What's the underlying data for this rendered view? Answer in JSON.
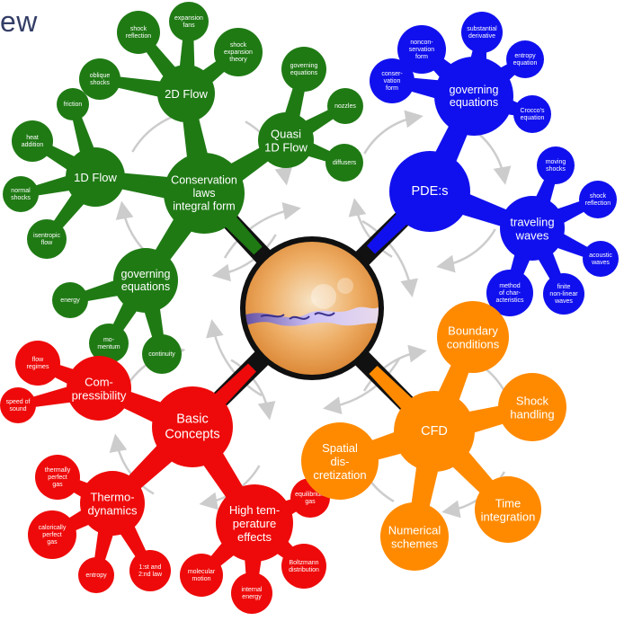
{
  "title": "ew",
  "colors": {
    "green": "#1f7a14",
    "blue": "#1010ee",
    "red": "#ee0a0a",
    "orange": "#ff8a00",
    "arrow": "#cccccc",
    "center_dark": "#111111"
  },
  "center_image": "simulation-flow-image",
  "nodes": [
    {
      "id": "cons",
      "label": "Conservation\nlaws\nintegral form",
      "color": "green"
    },
    {
      "id": "flow2d",
      "label": "2D Flow",
      "color": "green"
    },
    {
      "id": "flow1d",
      "label": "1D Flow",
      "color": "green"
    },
    {
      "id": "quasi",
      "label": "Quasi\n1D Flow",
      "color": "green"
    },
    {
      "id": "goveq_g",
      "label": "governing\nequations",
      "color": "green"
    },
    {
      "id": "shockrefl_g",
      "label": "shock\nreflection",
      "color": "green"
    },
    {
      "id": "expfans",
      "label": "expansion\nfans",
      "color": "green"
    },
    {
      "id": "shockexp",
      "label": "shock\nexpansion\ntheory",
      "color": "green"
    },
    {
      "id": "oblique",
      "label": "oblique\nshocks",
      "color": "green"
    },
    {
      "id": "friction",
      "label": "friction",
      "color": "green"
    },
    {
      "id": "heat",
      "label": "heat\naddition",
      "color": "green"
    },
    {
      "id": "normal",
      "label": "normal\nshocks",
      "color": "green"
    },
    {
      "id": "isentropic",
      "label": "isentropic\nflow",
      "color": "green"
    },
    {
      "id": "goveq_small",
      "label": "governing\nequations",
      "color": "green"
    },
    {
      "id": "nozzles",
      "label": "nozzles",
      "color": "green"
    },
    {
      "id": "diffusers",
      "label": "diffusers",
      "color": "green"
    },
    {
      "id": "energy",
      "label": "energy",
      "color": "green"
    },
    {
      "id": "momentum",
      "label": "mo-\nmentum",
      "color": "green"
    },
    {
      "id": "continuity",
      "label": "continuity",
      "color": "green"
    },
    {
      "id": "pdes",
      "label": "PDE:s",
      "color": "blue"
    },
    {
      "id": "goveq_b",
      "label": "governing\nequations",
      "color": "blue"
    },
    {
      "id": "travel",
      "label": "traveling\nwaves",
      "color": "blue"
    },
    {
      "id": "noncons",
      "label": "noncon-\nservation\nform",
      "color": "blue"
    },
    {
      "id": "substantial",
      "label": "substantial\nderivative",
      "color": "blue"
    },
    {
      "id": "entropyeq",
      "label": "entropy\nequation",
      "color": "blue"
    },
    {
      "id": "crocco",
      "label": "Crocco's\nequation",
      "color": "blue"
    },
    {
      "id": "consform",
      "label": "conser-\nvation\nform",
      "color": "blue"
    },
    {
      "id": "moving",
      "label": "moving\nshocks",
      "color": "blue"
    },
    {
      "id": "shockrefl_b",
      "label": "shock\nreflection",
      "color": "blue"
    },
    {
      "id": "acoustic",
      "label": "acoustic\nwaves",
      "color": "blue"
    },
    {
      "id": "finite",
      "label": "finite\nnon-linear\nwaves",
      "color": "blue"
    },
    {
      "id": "charact",
      "label": "method\nof char-\nacteristics",
      "color": "blue"
    },
    {
      "id": "basic",
      "label": "Basic\nConcepts",
      "color": "red"
    },
    {
      "id": "compress",
      "label": "Com-\npressibility",
      "color": "red"
    },
    {
      "id": "thermo",
      "label": "Thermo-\ndynamics",
      "color": "red"
    },
    {
      "id": "hightemp",
      "label": "High tem-\nperature\neffects",
      "color": "red"
    },
    {
      "id": "regimes",
      "label": "flow\nregimes",
      "color": "red"
    },
    {
      "id": "sound",
      "label": "speed of\nsound",
      "color": "red"
    },
    {
      "id": "thermally",
      "label": "thermally\nperfect\ngas",
      "color": "red"
    },
    {
      "id": "calorically",
      "label": "calorically\nperfect\ngas",
      "color": "red"
    },
    {
      "id": "entropy_r",
      "label": "entropy",
      "color": "red"
    },
    {
      "id": "laws",
      "label": "1:st and\n2:nd law",
      "color": "red"
    },
    {
      "id": "equilib",
      "label": "equilibrium\ngas",
      "color": "red"
    },
    {
      "id": "boltzmann",
      "label": "Boltzmann\ndistribution",
      "color": "red"
    },
    {
      "id": "internal",
      "label": "internal\nenergy",
      "color": "red"
    },
    {
      "id": "molecular",
      "label": "molecular\nmotion",
      "color": "red"
    },
    {
      "id": "cfd",
      "label": "CFD",
      "color": "orange"
    },
    {
      "id": "boundary",
      "label": "Boundary\nconditions",
      "color": "orange"
    },
    {
      "id": "shockh",
      "label": "Shock\nhandling",
      "color": "orange"
    },
    {
      "id": "time",
      "label": "Time\nintegration",
      "color": "orange"
    },
    {
      "id": "numerical",
      "label": "Numerical\nschemes",
      "color": "orange"
    },
    {
      "id": "spatial",
      "label": "Spatial\ndis-\ncretization",
      "color": "orange"
    }
  ]
}
